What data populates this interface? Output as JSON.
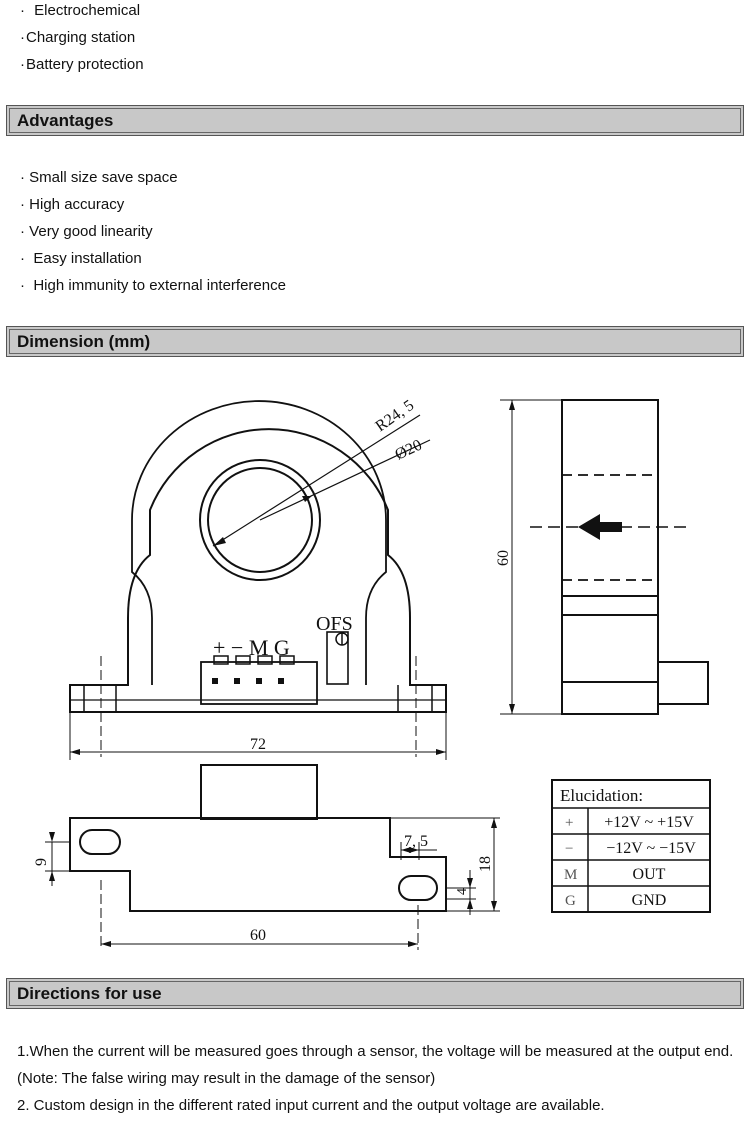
{
  "applications": [
    {
      "bullet": "·",
      "text": "Electrochemical"
    },
    {
      "bullet": "·",
      "text": "Charging station"
    },
    {
      "bullet": "·",
      "text": "Battery protection"
    }
  ],
  "sections": {
    "advantages": "Advantages",
    "dimension": "Dimension (mm)",
    "directions": "Directions for use"
  },
  "advantages": [
    "Small size save space",
    "High accuracy",
    "Very good linearity",
    "Easy installation",
    "High immunity to external interference"
  ],
  "drawing": {
    "radius_label": "R24, 5",
    "diameter_label": "Ø20",
    "pins_label": "+ − M G",
    "ofs_label": "OFS",
    "width_label": "72",
    "height_label": "60",
    "base_width_label": "60",
    "dim_9": "9",
    "dim_7_5": "7, 5",
    "dim_4": "4",
    "dim_18": "18"
  },
  "elucidation": {
    "title": "Elucidation:",
    "rows": [
      {
        "sym": "+",
        "desc": "+12V ~ +15V"
      },
      {
        "sym": "−",
        "desc": "−12V ~ −15V"
      },
      {
        "sym": "M",
        "desc": "OUT"
      },
      {
        "sym": "G",
        "desc": "GND"
      }
    ]
  },
  "directions": [
    "1.When the current will be measured goes through a sensor, the voltage will be measured at the output end.(Note: The false wiring may result in the damage of the sensor)",
    "2. Custom design in the different rated input current and the output voltage are available."
  ]
}
